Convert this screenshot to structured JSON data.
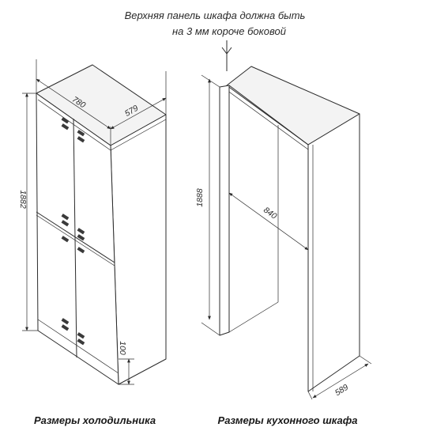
{
  "note": {
    "line1": "Верхняя панель шкафа должна быть",
    "line2": "на 3 мм короче боковой"
  },
  "fridge": {
    "dim_width": "780",
    "dim_depth": "579",
    "dim_height": "1882",
    "dim_plinth": "100",
    "caption": "Размеры холодильника"
  },
  "cabinet": {
    "dim_height": "1888",
    "dim_inner_depth": "840",
    "dim_depth": "589",
    "caption": "Размеры кухонного шкафа"
  }
}
